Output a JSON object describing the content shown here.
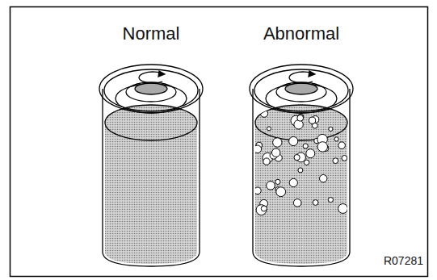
{
  "diagram": {
    "labels": [
      "Normal",
      "Abnormal",
      "R07281"
    ]
  }
}
